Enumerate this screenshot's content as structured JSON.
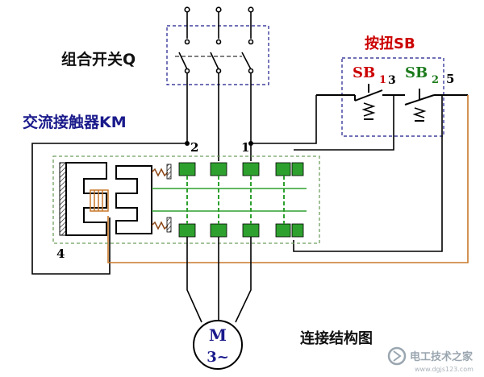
{
  "labels": {
    "switch_q": "组合开关Q",
    "contactor_km": "交流接触器KM",
    "button_sb": "按扭SB",
    "sb1_main": "SB",
    "sb1_sub": "1",
    "sb2_main": "SB",
    "sb2_sub": "2",
    "node_2": "2",
    "node_1": "1",
    "node_3": "3",
    "node_5": "5",
    "node_4": "4",
    "motor_m": "M",
    "motor_3": "3~",
    "caption": "连接结构图",
    "watermark_brand": "电工技术之家",
    "watermark_url": "www.dgjs123.com"
  },
  "colors": {
    "wire": "#000000",
    "dashed_box": "#1a1a8c",
    "label_blue": "#1a1a8c",
    "label_red": "#cc0000",
    "label_green": "#1b7a1b",
    "contact_green": "#2ea02e",
    "coil_wire": "#c8782a",
    "spring": "#8b4513",
    "contactor_box": "#6f9f5f"
  }
}
